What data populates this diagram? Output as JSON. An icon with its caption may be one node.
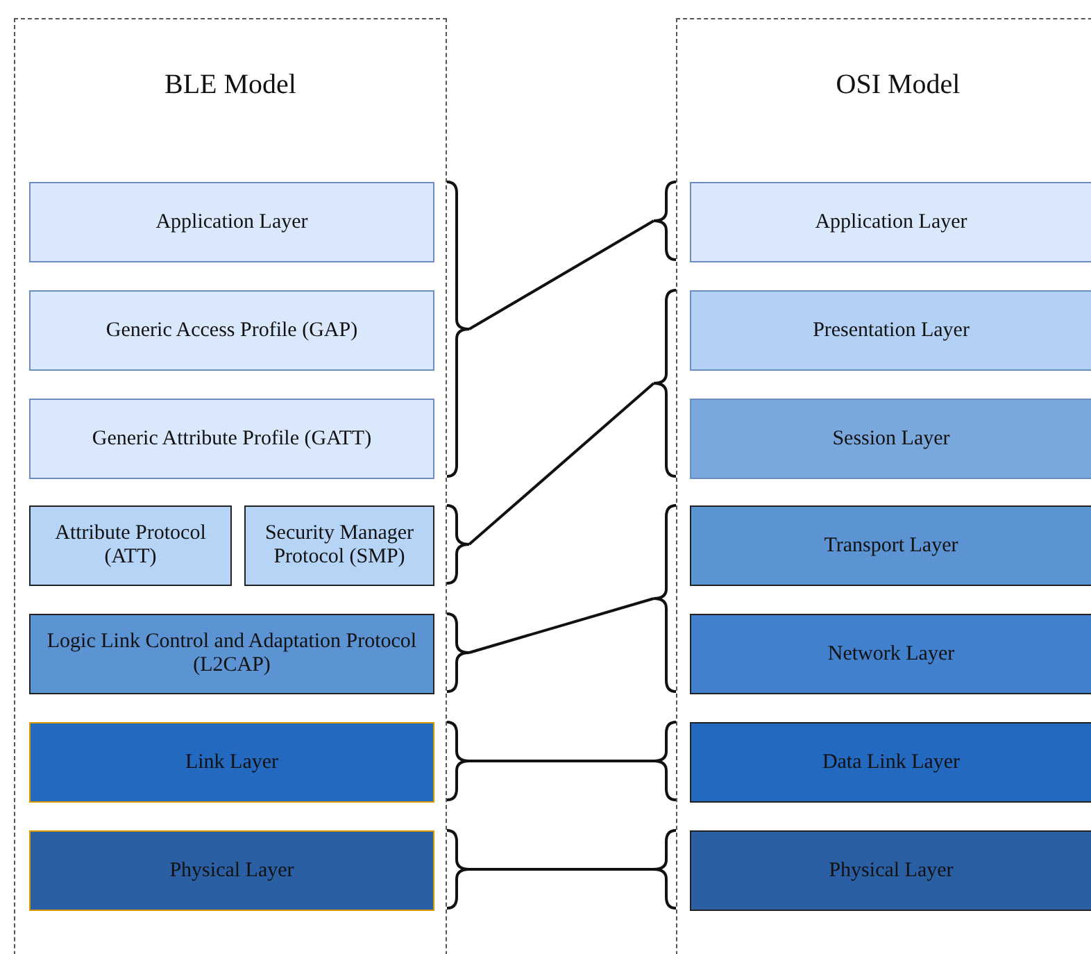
{
  "diagram": {
    "nodes": [
      {
        "text": [
          "BLE Model"
        ]
      },
      {
        "text": [
          "Application Layer"
        ],
        "in": 0
      },
      {
        "text": [
          "Generic Access Profile (GAP)"
        ],
        "in": 0
      },
      {
        "text": [
          "Generic Attribute Profile (GATT)"
        ],
        "in": 0
      },
      {
        "text": [
          "Attribute Protocol (ATT)"
        ],
        "in": 0
      },
      {
        "text": [
          "Security Manager Protocol (SMP)"
        ],
        "in": 0
      },
      {
        "text": [
          "Logic Link Control and Adaptation Protocol (L2CAP)"
        ],
        "in": 0
      },
      {
        "text": [
          "Link Layer"
        ],
        "in": 0
      },
      {
        "text": [
          "Physical Layer"
        ],
        "in": 0
      },
      {
        "text": [
          "OSI Model"
        ]
      },
      {
        "text": [
          "Application Layer"
        ],
        "in": 9
      },
      {
        "text": [
          "Presentation Layer"
        ],
        "in": 9
      },
      {
        "text": [
          "Session Layer"
        ],
        "in": 9
      },
      {
        "text": [
          "Transport Layer"
        ],
        "in": 9
      },
      {
        "text": [
          "Network Layer"
        ],
        "in": 9
      },
      {
        "text": [
          "Data Link Layer"
        ],
        "in": 9
      },
      {
        "text": [
          "Physical Layer"
        ],
        "in": 9
      },
      {
        "text": [],
        "shape": "brace"
      },
      {
        "text": [],
        "shape": "brace"
      },
      {
        "text": [],
        "shape": "brace"
      },
      {
        "text": [],
        "shape": "brace"
      },
      {
        "text": [],
        "shape": "brace"
      },
      {
        "text": [],
        "shape": "brace"
      },
      {
        "text": [],
        "shape": "brace"
      },
      {
        "text": [],
        "shape": "brace"
      },
      {
        "text": [],
        "shape": "brace"
      },
      {
        "text": [],
        "shape": "brace"
      }
    ],
    "edges": [
      {
        "from": 17,
        "to": 22,
        "arrow": "none"
      },
      {
        "from": 18,
        "to": 23,
        "arrow": "none"
      },
      {
        "from": 19,
        "to": 24,
        "arrow": "none"
      },
      {
        "from": 20,
        "to": 25,
        "arrow": "none"
      },
      {
        "from": 21,
        "to": 26,
        "arrow": "none"
      }
    ]
  }
}
